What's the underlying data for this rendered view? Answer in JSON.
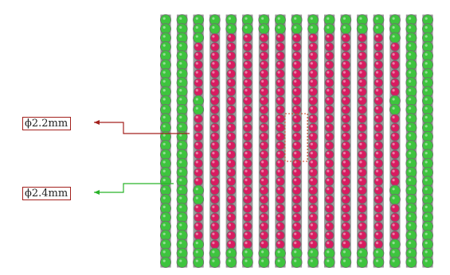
{
  "labels": {
    "small_diameter": "ϕ2.2mm",
    "large_diameter": "ϕ2.4mm"
  },
  "colors": {
    "small_pellet": "#d81b60",
    "large_pellet": "#3ec43e",
    "small_leader": "#a3211d",
    "large_leader": "#29b329",
    "label_border": "#a3211d"
  },
  "grid": {
    "columns": 17,
    "rows": 28,
    "outer_ring_color": "large",
    "inner_region_color": "small",
    "inner_regions_note": ""
  }
}
